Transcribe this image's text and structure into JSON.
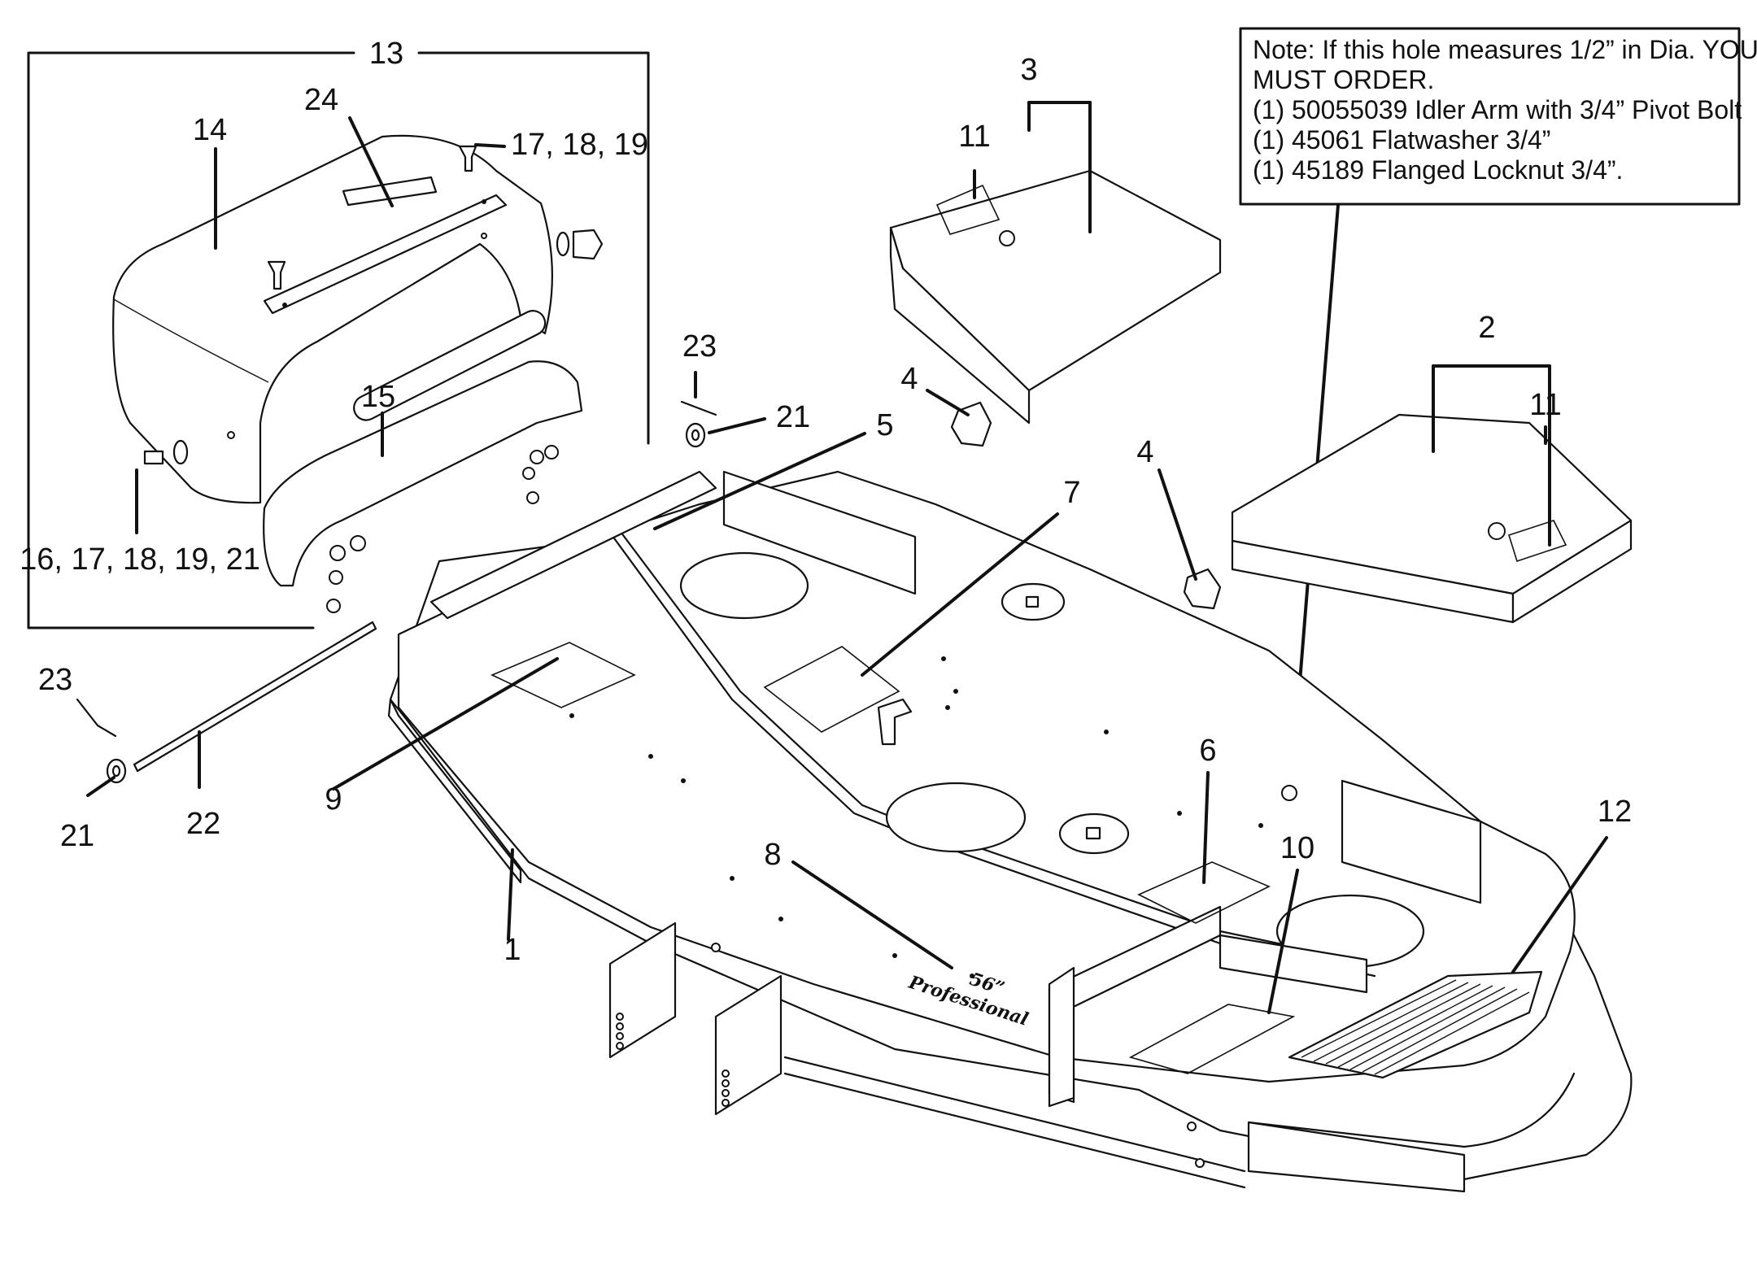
{
  "note": {
    "lines": [
      "Note: If this hole measures 1/2” in Dia. YOU",
      "MUST ORDER.",
      "(1) 50055039 Idler Arm with 3/4” Pivot Bolt",
      "(1) 45061 Flatwasher 3/4”",
      "(1) 45189 Flanged Locknut 3/4”."
    ]
  },
  "deck_brand": {
    "size": "56”",
    "model": "Professional"
  },
  "callouts": {
    "c1": "1",
    "c2": "2",
    "c3": "3",
    "c4a": "4",
    "c4b": "4",
    "c5": "5",
    "c6": "6",
    "c7": "7",
    "c8": "8",
    "c9": "9",
    "c10": "10",
    "c11a": "11",
    "c11b": "11",
    "c12": "12",
    "c13": "13",
    "c14": "14",
    "c15": "15",
    "c16": "16, 17, 18, 19, 21",
    "c17": "17, 18, 19",
    "c21a": "21",
    "c21b": "21",
    "c22": "22",
    "c23a": "23",
    "c23b": "23",
    "c24": "24"
  }
}
